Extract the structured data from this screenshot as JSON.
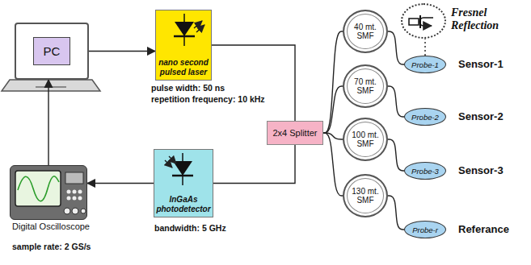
{
  "diagram": {
    "nodes": [
      {
        "text": [
          "PC"
        ]
      },
      {
        "text": [
          "nano second pulsed laser"
        ]
      },
      {
        "text": [
          "InGaAs photodetector"
        ]
      },
      {
        "text": [
          "2x4 Splitter"
        ]
      },
      {
        "text": [
          "Digital Oscilloscope"
        ]
      },
      {
        "text": [
          "40 mt. SMF"
        ]
      },
      {
        "text": [
          "70 mt. SMF"
        ]
      },
      {
        "text": [
          "100 mt. SMF"
        ]
      },
      {
        "text": [
          "130 mt. SMF"
        ]
      },
      {
        "text": [
          "Probe-1"
        ]
      },
      {
        "text": [
          "Probe-2"
        ]
      },
      {
        "text": [
          "Probe-3"
        ]
      },
      {
        "text": [
          "Probe-r"
        ]
      },
      {
        "text": [
          "Fresnel Reflection"
        ]
      }
    ],
    "edges": [
      {
        "from": 0,
        "to": 1,
        "arrow": "to"
      },
      {
        "from": 1,
        "to": 3,
        "arrow": "none"
      },
      {
        "from": 2,
        "to": 3,
        "arrow": "none"
      },
      {
        "from": 2,
        "to": 4,
        "arrow": "to"
      },
      {
        "from": 4,
        "to": 0,
        "arrow": "to"
      },
      {
        "from": 3,
        "to": 5,
        "arrow": "none"
      },
      {
        "from": 3,
        "to": 6,
        "arrow": "none"
      },
      {
        "from": 3,
        "to": 7,
        "arrow": "none"
      },
      {
        "from": 3,
        "to": 8,
        "arrow": "none"
      },
      {
        "from": 5,
        "to": 9,
        "arrow": "none"
      },
      {
        "from": 6,
        "to": 10,
        "arrow": "none"
      },
      {
        "from": 7,
        "to": 11,
        "arrow": "none"
      },
      {
        "from": 8,
        "to": 12,
        "arrow": "none"
      },
      {
        "from": 9,
        "to": 13,
        "arrow": "none"
      }
    ],
    "labels": [
      "pulse width: 50 ns",
      "repetition frequency: 10 kHz",
      "bandwidth: 5 GHz",
      "sample rate: 2 GS/s",
      "Sensor-1",
      "Sensor-2",
      "Sensor-3",
      "Referance"
    ]
  }
}
